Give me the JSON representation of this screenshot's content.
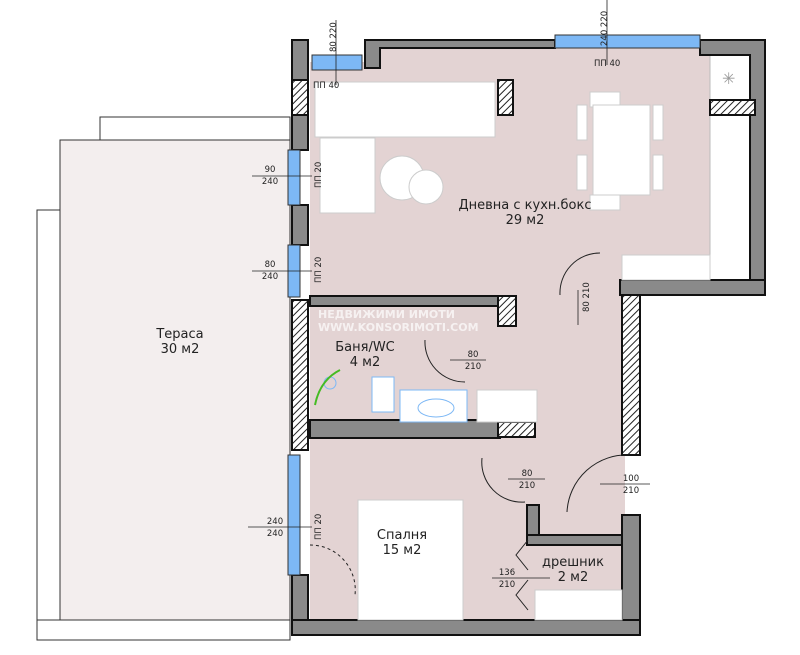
{
  "colors": {
    "floor": "#e3d3d3",
    "terrace": "#f3eeee",
    "wall": "#8a8a8a",
    "window": "#7db8f5",
    "outline": "#111111",
    "plant": "#44bb22"
  },
  "rooms": {
    "living": {
      "name": "Дневна с кухн.бокс",
      "area": "29 м2"
    },
    "terrace": {
      "name": "Тераса",
      "area": "30 м2"
    },
    "bathroom": {
      "name": "Баня/WC",
      "area": "4 м2"
    },
    "bedroom": {
      "name": "Спалня",
      "area": "15 м2"
    },
    "closet": {
      "name": "дрешник",
      "area": "2 м2"
    }
  },
  "windows": {
    "top_left": {
      "w": "80",
      "h": "220",
      "pp": "ПП 40"
    },
    "top_right": {
      "w": "240",
      "h": "220",
      "pp": "ПП 40"
    },
    "left_1": {
      "w": "90",
      "h": "240",
      "pp": "ПП 20"
    },
    "left_2": {
      "w": "80",
      "h": "240",
      "pp": "ПП 20"
    },
    "left_3": {
      "w": "240",
      "h": "240",
      "pp": "ПП 20"
    }
  },
  "doors": {
    "living": {
      "w": "80",
      "h": "210"
    },
    "bathroom": {
      "w": "80",
      "h": "210"
    },
    "bedroom": {
      "w": "80",
      "h": "210"
    },
    "entrance": {
      "w": "100",
      "h": "210"
    },
    "closet": {
      "w": "136",
      "h": "210"
    }
  },
  "watermark": {
    "line1": "НЕДВИЖИМИ ИМОТИ",
    "line2": "WWW.KONSORIMOTI.COM"
  }
}
